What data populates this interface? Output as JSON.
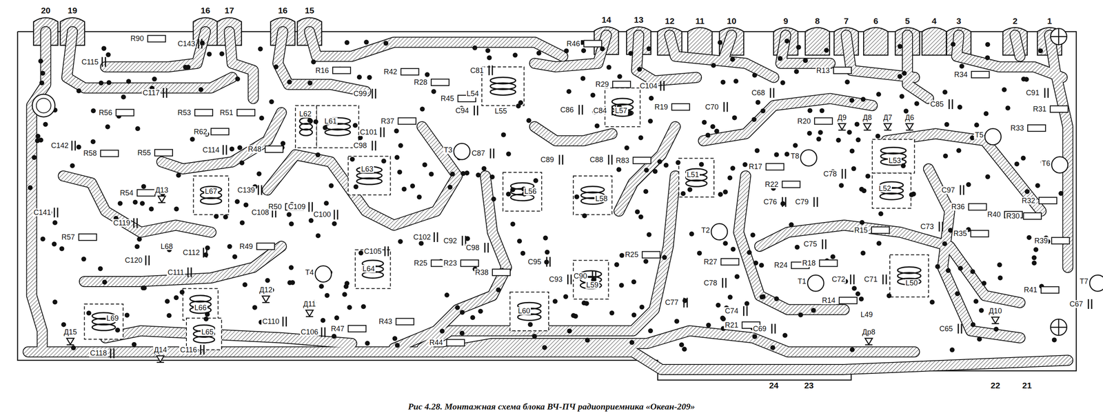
{
  "diagram": {
    "caption": "Рис 4.28. Монтажная схема блока ВЧ-ПЧ радиоприемника «Океан-209»",
    "labels": [
      "20",
      "19",
      "16",
      "17",
      "16",
      "15",
      "14",
      "13",
      "12",
      "11",
      "10",
      "9",
      "8",
      "7",
      "6",
      "5",
      "4",
      "3",
      "2",
      "1",
      "24",
      "23",
      "22",
      "21",
      "R90",
      "C143",
      "C115",
      "C117",
      "R56",
      "R53",
      "R51",
      "R62",
      "C142",
      "C114",
      "R58",
      "R55",
      "R48",
      "R16",
      "R42",
      "C81",
      "R28",
      "C99",
      "R45",
      "L54",
      "L55",
      "R37",
      "L62",
      "L61",
      "C101",
      "C98",
      "L63",
      "C94",
      "T3",
      "R46",
      "R29",
      "C104",
      "C86",
      "C84",
      "L57",
      "R19",
      "C70",
      "R13",
      "C68",
      "R20",
      "Д9",
      "Д8",
      "Д7",
      "Д6",
      "R34",
      "C91",
      "R31",
      "C85",
      "T5",
      "R33",
      "T6",
      "C87",
      "C89",
      "C88",
      "R83",
      "L51",
      "L56",
      "L58",
      "T8",
      "R17",
      "R22",
      "C78",
      "L53",
      "C97",
      "L52",
      "R36",
      "R32",
      "R40",
      "R30",
      "C76",
      "C79",
      "R15",
      "C73",
      "R35",
      "R39",
      "C109",
      "C100",
      "R50",
      "C108",
      "C139",
      "L67",
      "Д13",
      "R54",
      "C141",
      "R57",
      "C119",
      "C120",
      "L68",
      "C112",
      "R49",
      "C111",
      "T4",
      "C105",
      "C102",
      "C92",
      "C98",
      "R25",
      "R23",
      "R38",
      "R25",
      "L64",
      "C95",
      "C93",
      "C90",
      "L59",
      "L60",
      "T2",
      "R27",
      "R24",
      "C75",
      "R18",
      "T1",
      "C72",
      "R14",
      "C71",
      "L50",
      "L49",
      "C78",
      "C77",
      "C74",
      "R41",
      "T7",
      "C67",
      "Д10",
      "C65",
      "Др8",
      "R21",
      "C69",
      "R47",
      "R43",
      "R44",
      "C106",
      "C110",
      "Д11",
      "Д12",
      "L66",
      "L65",
      "Д14",
      "C116",
      "C118",
      "L69",
      "Д15"
    ]
  }
}
